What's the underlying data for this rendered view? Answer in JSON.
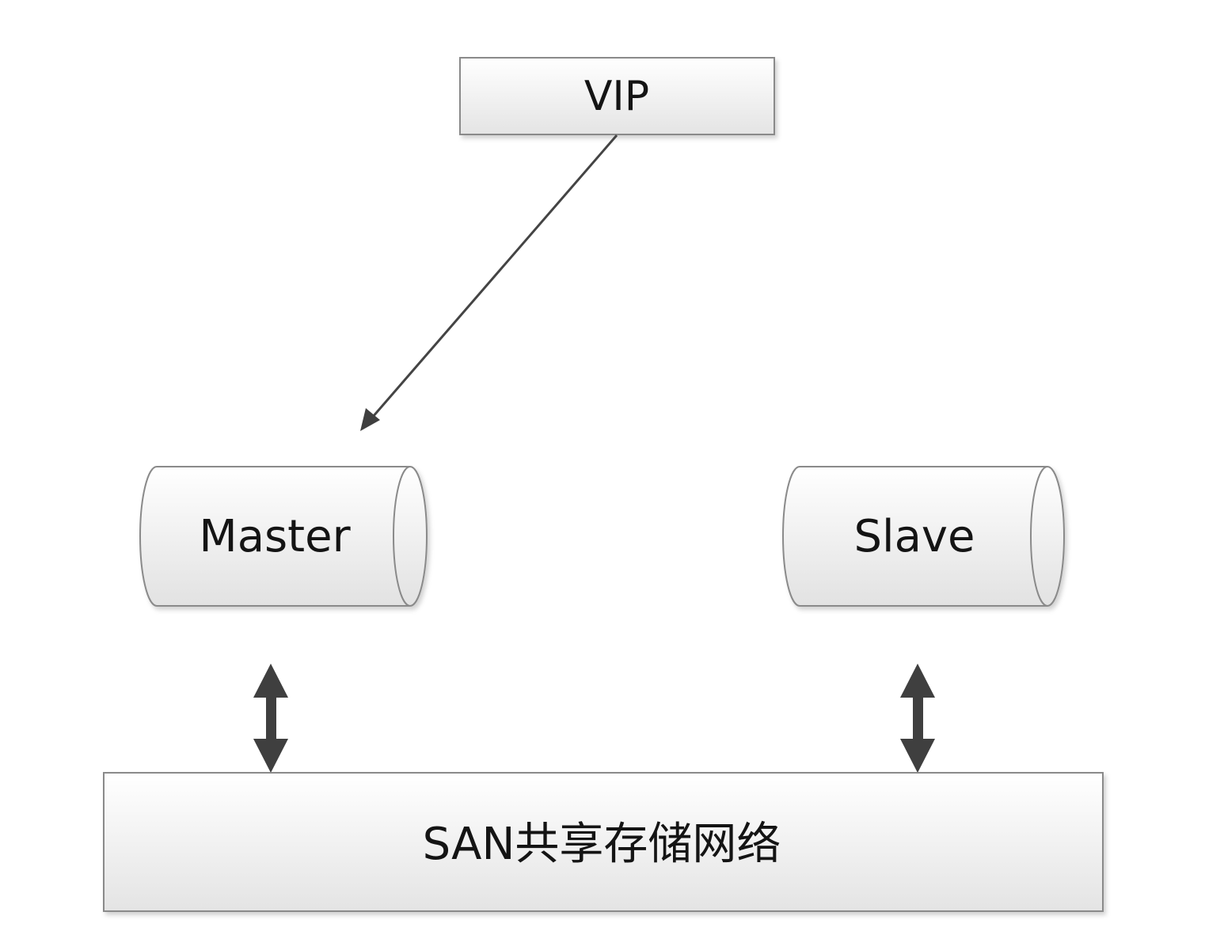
{
  "nodes": {
    "vip": {
      "label": "VIP"
    },
    "master": {
      "label": "Master"
    },
    "slave": {
      "label": "Slave"
    },
    "san": {
      "label": "SAN共享存储网络"
    }
  },
  "edges": [
    {
      "from": "vip",
      "to": "master",
      "style": "single-arrow"
    },
    {
      "from": "master",
      "to": "san",
      "style": "double-arrow"
    },
    {
      "from": "slave",
      "to": "san",
      "style": "double-arrow"
    }
  ],
  "colors": {
    "box_fill_top": "#ffffff",
    "box_fill_bottom": "#e6e6e6",
    "box_stroke": "#8a8a8a",
    "arrow": "#3f3f3f",
    "text": "#141414"
  }
}
